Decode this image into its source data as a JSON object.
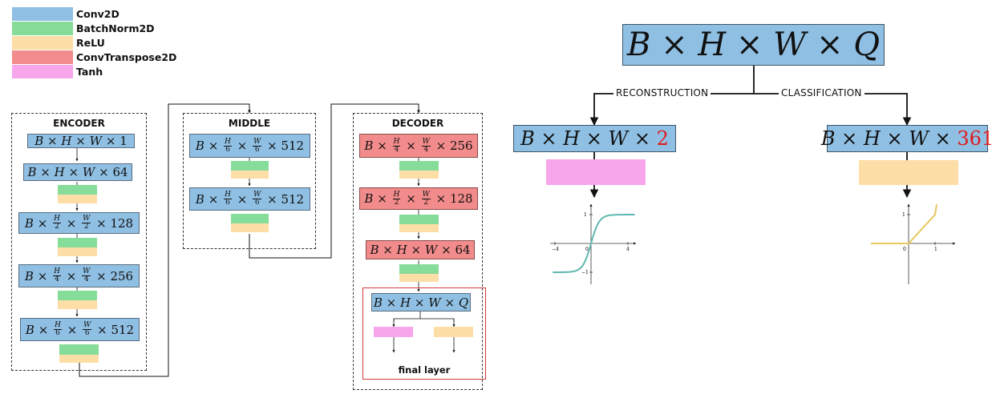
{
  "legend": [
    {
      "label": "Conv2D",
      "color": "#8fbfe3"
    },
    {
      "label": "BatchNorm2D",
      "color": "#86dc99"
    },
    {
      "label": "ReLU",
      "color": "#fddea6"
    },
    {
      "label": "ConvTranspose2D",
      "color": "#f28b8b"
    },
    {
      "label": "Tanh",
      "color": "#f7a6ec"
    }
  ],
  "sym": {
    "B": "B",
    "H": "H",
    "W": "W",
    "times": "×",
    "Q": "Q",
    "one": "1",
    "two": "2",
    "four": "4",
    "six": "6"
  },
  "encoder": {
    "title": "ENCODER",
    "ch": [
      "1",
      "64",
      "128",
      "256",
      "512"
    ]
  },
  "middle": {
    "title": "MIDDLE",
    "ch": [
      "512",
      "512"
    ]
  },
  "decoder": {
    "title": "DECODER",
    "ch": [
      "256",
      "128",
      "64"
    ],
    "final_label": "final layer"
  },
  "heads": {
    "reconstruction_label": "RECONSTRUCTION",
    "classification_label": "CLASSIFICATION",
    "recon_q": "2",
    "class_q": "361"
  },
  "tanh_plot": {
    "x_ticks": [
      "−4",
      "0",
      "4"
    ],
    "y_ticks": [
      "1",
      "−1"
    ],
    "color": "#5fb8b0"
  },
  "relu_plot": {
    "x_ticks": [
      "0",
      "1"
    ],
    "y_ticks": [
      "1"
    ],
    "color": "#e8c862"
  }
}
